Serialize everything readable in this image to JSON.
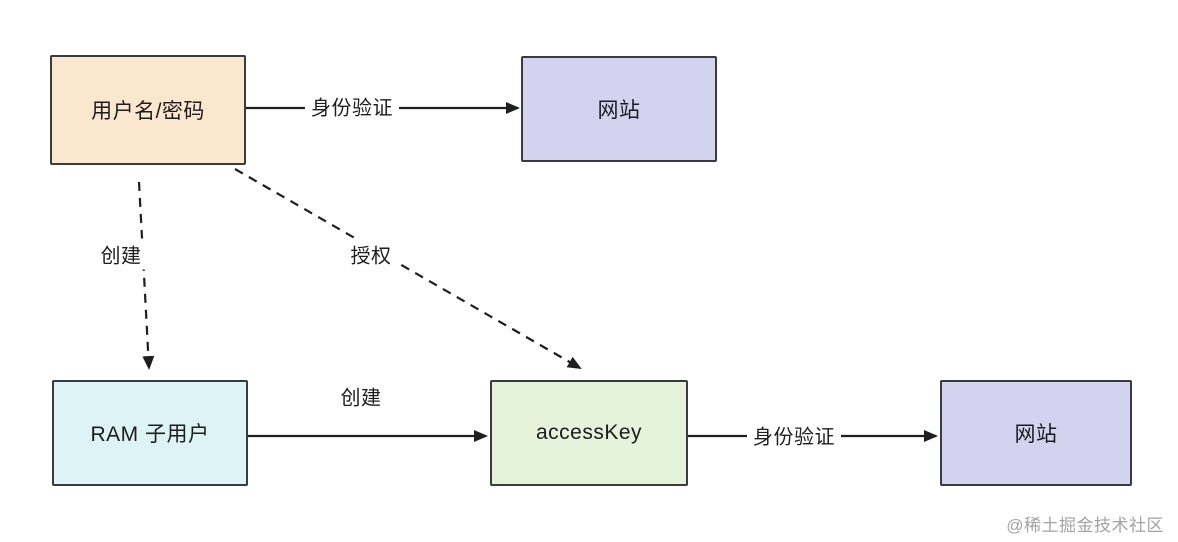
{
  "diagram": {
    "nodes": {
      "username_password": {
        "label": "用户名/密码",
        "fill": "#fae7cd"
      },
      "website_top": {
        "label": "网站",
        "fill": "#d3d3f0"
      },
      "ram_subuser": {
        "label": "RAM 子用户",
        "fill": "#ddf3f5"
      },
      "access_key": {
        "label": "accessKey",
        "fill": "#e5f3da"
      },
      "website_bottom": {
        "label": "网站",
        "fill": "#d3d3f0"
      }
    },
    "edges": {
      "auth_top": {
        "label": "身份验证",
        "style": "solid"
      },
      "create_vertical": {
        "label": "创建",
        "style": "dashed"
      },
      "authorize_diagonal": {
        "label": "授权",
        "style": "dashed"
      },
      "create_horizontal": {
        "label": "创建",
        "style": "solid"
      },
      "auth_bottom": {
        "label": "身份验证",
        "style": "solid"
      }
    },
    "colors": {
      "arrow": "#1f1f1f",
      "node_border": "#3a3a41",
      "watermark_text": "#a3a3a3"
    },
    "watermark": "@稀土掘金技术社区"
  }
}
